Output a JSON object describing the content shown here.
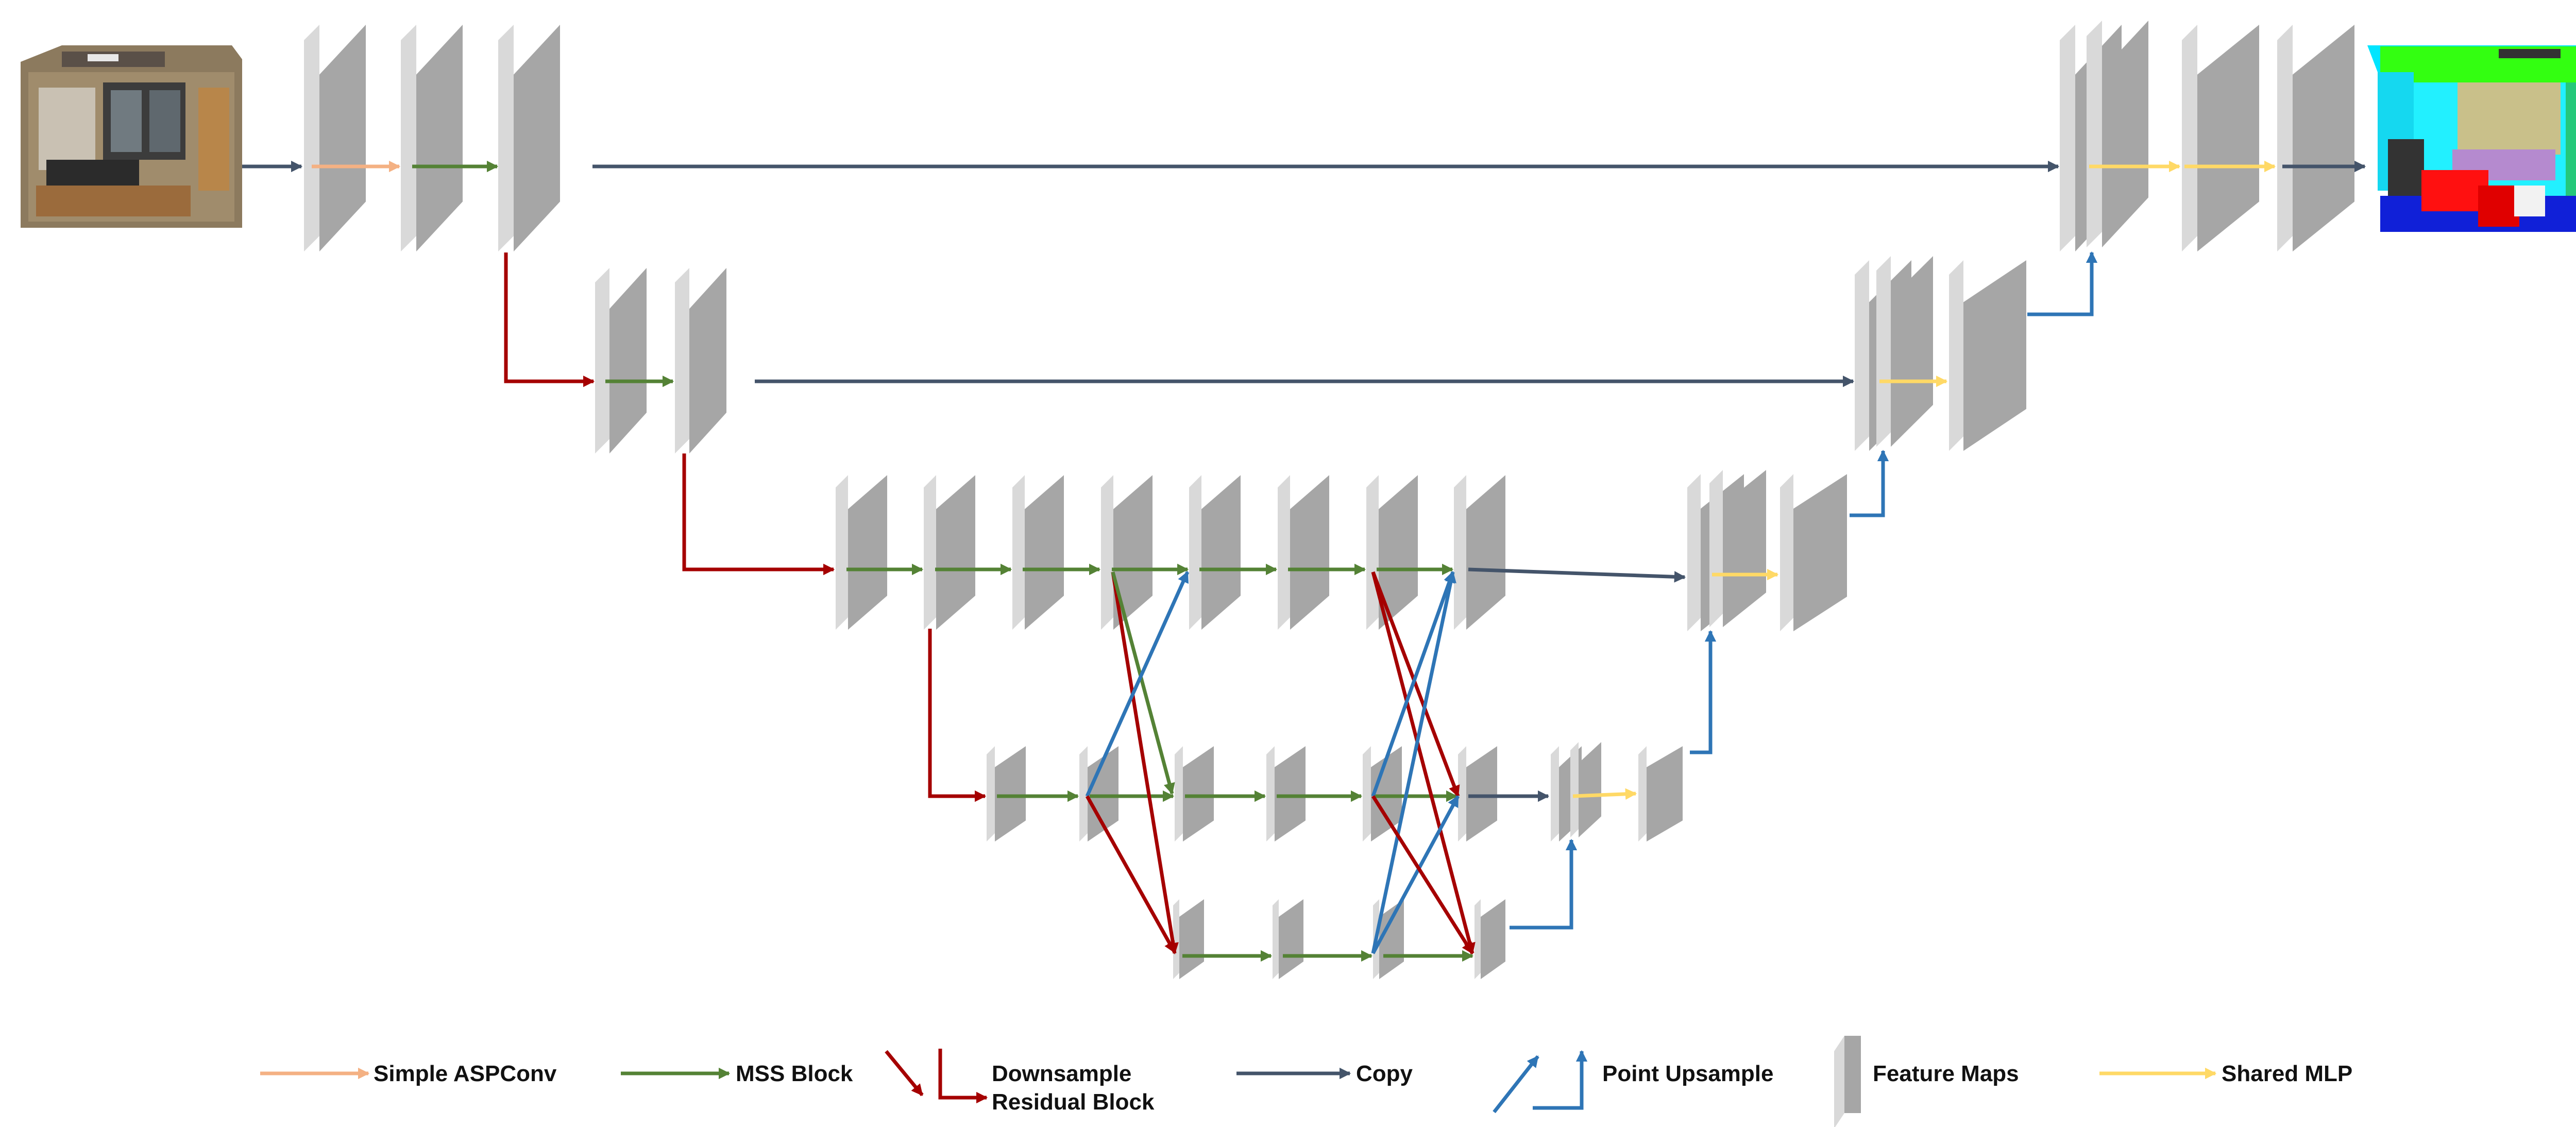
{
  "colors": {
    "simple_aspconv": "#F4B183",
    "mss_block": "#548235",
    "downsample": "#A50000",
    "copy": "#44546A",
    "upsample": "#2E75B6",
    "shared_mlp": "#FFD966",
    "feature_front": "#A6A6A6",
    "feature_side": "#D9D9D9",
    "feature_top": "#E6E6E6"
  },
  "input_image": {
    "icon": "indoor-point-cloud"
  },
  "output_image": {
    "icon": "segmented-point-cloud"
  },
  "legend": {
    "simple_aspconv": "Simple ASPConv",
    "mss_block": "MSS Block",
    "downsample_line1": "Downsample",
    "downsample_line2": "Residual Block",
    "copy": "Copy",
    "point_upsample": "Point Upsample",
    "feature_maps": "Feature Maps",
    "shared_mlp": "Shared MLP"
  }
}
